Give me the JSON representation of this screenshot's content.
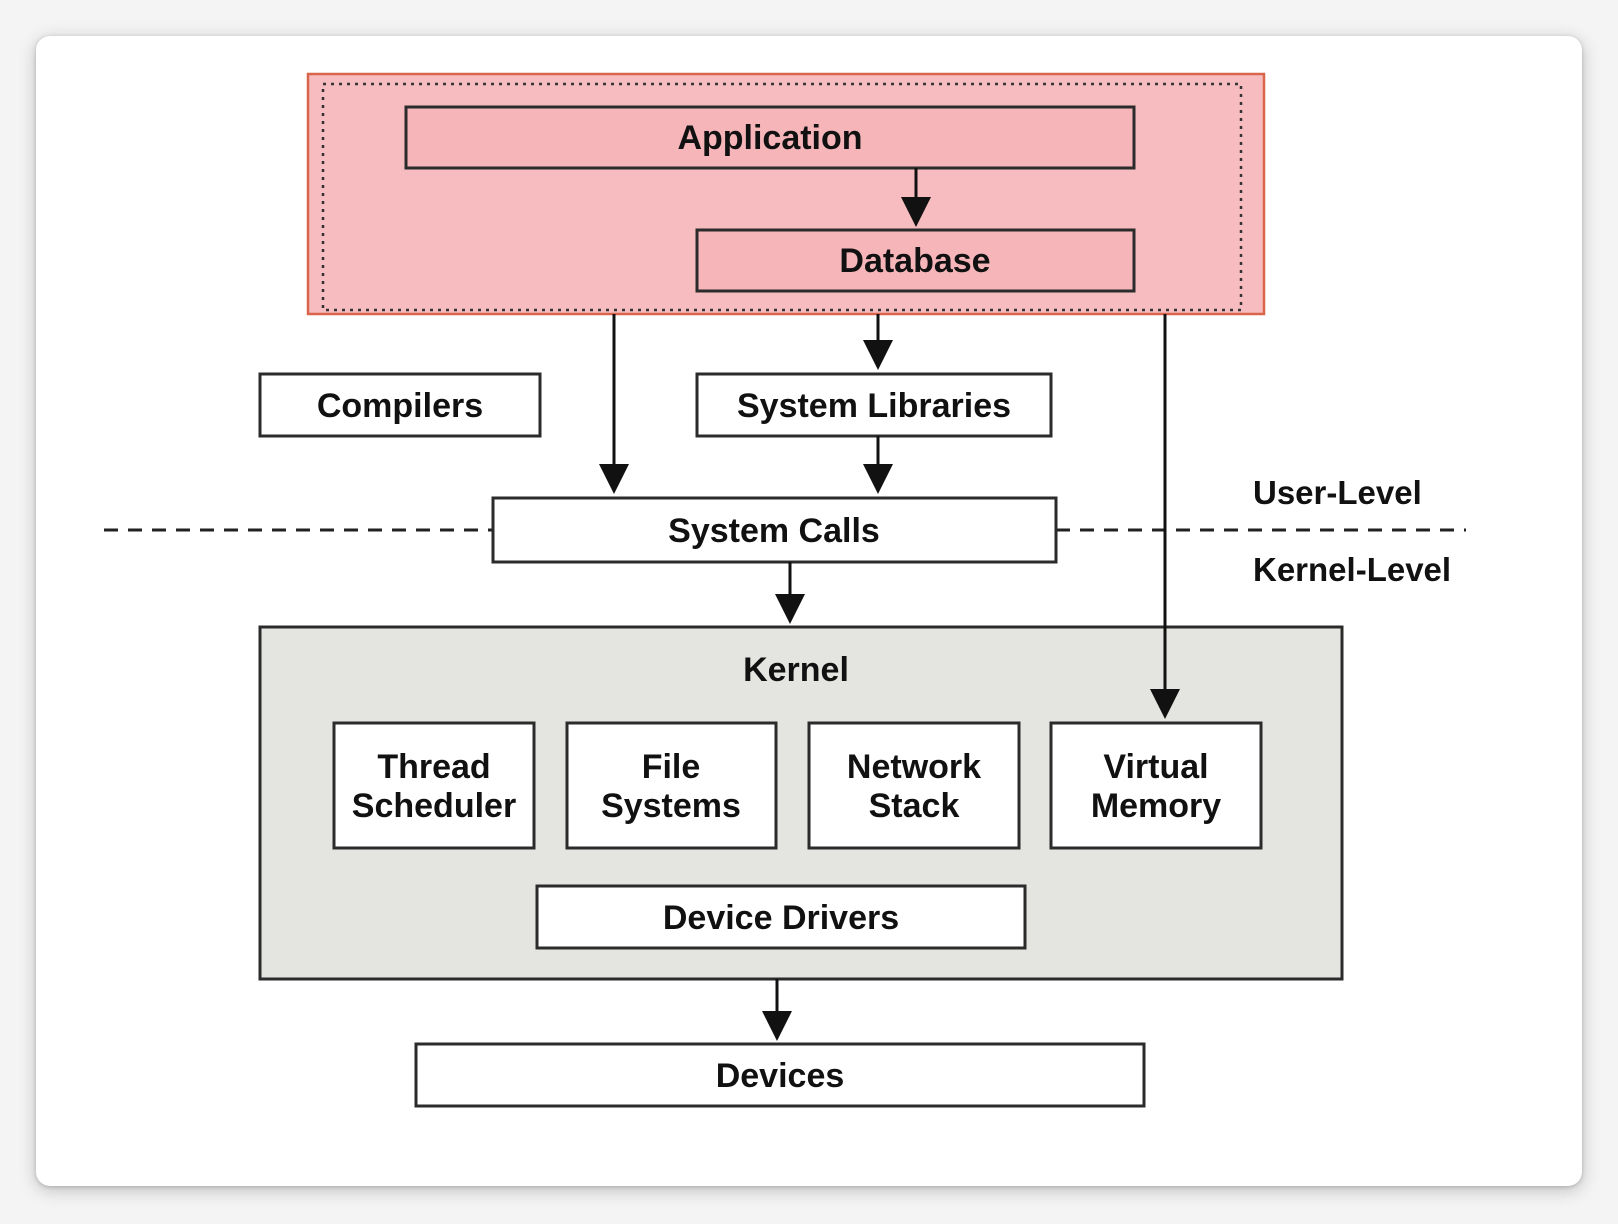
{
  "diagram": {
    "groups": {
      "app_group": {
        "fill": "#f7bcc0",
        "border": "#d9664a"
      },
      "kernel": {
        "label": "Kernel",
        "fill": "#e4e4e0"
      }
    },
    "nodes": {
      "application": "Application",
      "database": "Database",
      "compilers": "Compilers",
      "system_libraries": "System Libraries",
      "system_calls": "System Calls",
      "thread_scheduler": [
        "Thread",
        "Scheduler"
      ],
      "file_systems": [
        "File",
        "Systems"
      ],
      "network_stack": [
        "Network",
        "Stack"
      ],
      "virtual_memory": [
        "Virtual",
        "Memory"
      ],
      "device_drivers": "Device Drivers",
      "devices": "Devices"
    },
    "levels": {
      "user": "User-Level",
      "kernel": "Kernel-Level"
    },
    "edges": [
      {
        "from": "application",
        "to": "database"
      },
      {
        "from": "app_group",
        "to": "system_calls"
      },
      {
        "from": "app_group",
        "to": "system_libraries"
      },
      {
        "from": "system_libraries",
        "to": "system_calls"
      },
      {
        "from": "app_group",
        "to": "virtual_memory"
      },
      {
        "from": "system_calls",
        "to": "kernel"
      },
      {
        "from": "kernel",
        "to": "devices"
      }
    ]
  }
}
